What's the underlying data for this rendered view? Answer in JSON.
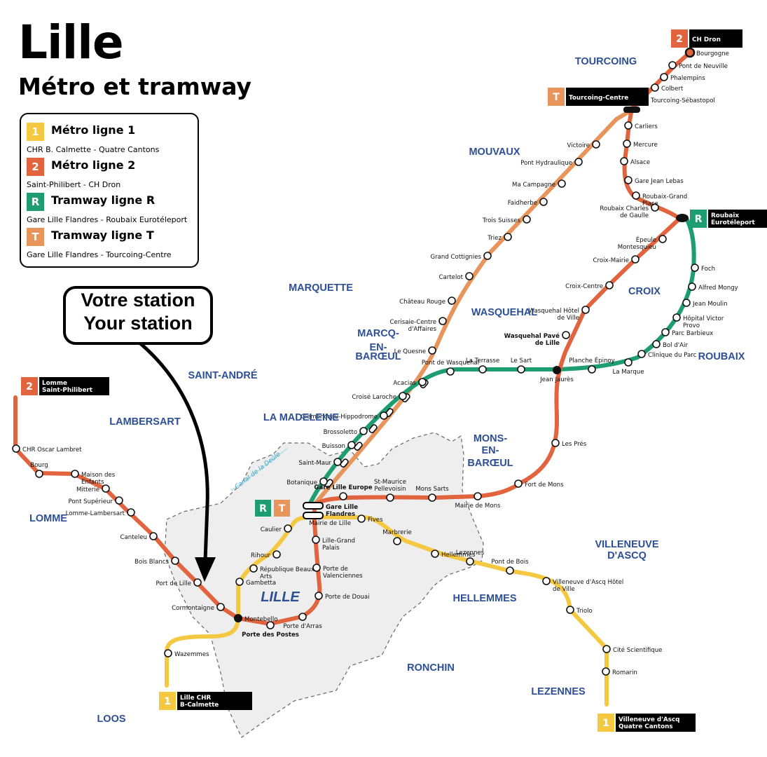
{
  "title": "Lille",
  "subtitle": "Métro et tramway",
  "colors": {
    "line1": "#f5c842",
    "line2": "#e2643e",
    "lineR": "#1e9e70",
    "lineT": "#e8955c",
    "commune": "#2c4f96",
    "canal": "#3aa6c4",
    "lille_area": "#eeeeee"
  },
  "legend": [
    {
      "badge": "1",
      "name": "Métro ligne 1",
      "desc": "CHR B. Calmette - Quatre Cantons",
      "color": "#f5c842"
    },
    {
      "badge": "2",
      "name": "Métro ligne 2",
      "desc": "Saint-Philibert - CH Dron",
      "color": "#e2643e"
    },
    {
      "badge": "R",
      "name": "Tramway ligne R",
      "desc": "Gare Lille Flandres - Roubaix Eurotéleport",
      "color": "#1e9e70"
    },
    {
      "badge": "T",
      "name": "Tramway ligne T",
      "desc": "Gare Lille Flandres - Tourcoing-Centre",
      "color": "#e8955c"
    }
  ],
  "callout": {
    "line1": "Votre station",
    "line2": "Your station"
  },
  "communes": [
    "TOURCOING",
    "MOUVAUX",
    "MARQUETTE",
    "WASQUEHAL",
    "MARCQ-",
    "EN-",
    "BARŒUL",
    "CROIX",
    "ROUBAIX",
    "SAINT-ANDRÉ",
    "LAMBERSART",
    "LA MADELEINE",
    "MONS-",
    "EN-",
    "BARŒUL",
    "LOMME",
    "LILLE",
    "HELLEMMES",
    "VILLENEUVE",
    "D'ASCQ",
    "RONCHIN",
    "LEZENNES",
    "LOOS"
  ],
  "canal": "Canal de la Deûle",
  "termini": [
    {
      "badge": "2",
      "label": "CH Dron"
    },
    {
      "badge": "T",
      "label": "Tourcoing-Centre"
    },
    {
      "badge": "R",
      "label": "Roubaix Eurotéleport"
    },
    {
      "badge": "2",
      "label": "Lomme Saint-Philibert"
    },
    {
      "badge": "1",
      "label": "Lille CHR B-Calmette"
    },
    {
      "badge": "1",
      "label": "Villeneuve d'Ascq Quatre Cantons"
    }
  ],
  "hub_badges": [
    "R",
    "T"
  ],
  "stations": [
    {
      "name": "Bourgogne"
    },
    {
      "name": "Pont de Neuville"
    },
    {
      "name": "Phalempins"
    },
    {
      "name": "Colbert"
    },
    {
      "name": "Tourcoing-Sébastopol"
    },
    {
      "name": "Carliers"
    },
    {
      "name": "Mercure"
    },
    {
      "name": "Alsace"
    },
    {
      "name": "Gare Jean Lebas"
    },
    {
      "name": "Roubaix-Grand Place"
    },
    {
      "name": "Roubaix Charles de Gaulle"
    },
    {
      "name": "Épeule Montesquieu"
    },
    {
      "name": "Croix-Mairie"
    },
    {
      "name": "Croix-Centre"
    },
    {
      "name": "Wasquehal Hôtel de Ville"
    },
    {
      "name": "Wasquehal Pavé de Lille"
    },
    {
      "name": "Jean Jaurès"
    },
    {
      "name": "Les Prés"
    },
    {
      "name": "Fort de Mons"
    },
    {
      "name": "Mairie de Mons"
    },
    {
      "name": "Mons Sarts"
    },
    {
      "name": "St-Maurice Pellevoisin"
    },
    {
      "name": "Gare Lille Europe"
    },
    {
      "name": "Gare Lille Flandres"
    },
    {
      "name": "Mairie de Lille"
    },
    {
      "name": "Lille-Grand Palais"
    },
    {
      "name": "Porte de Valenciennes"
    },
    {
      "name": "Porte de Douai"
    },
    {
      "name": "Porte d'Arras"
    },
    {
      "name": "Porte des Postes"
    },
    {
      "name": "Montebello"
    },
    {
      "name": "Cormontaigne"
    },
    {
      "name": "Port de Lille"
    },
    {
      "name": "Bois Blancs"
    },
    {
      "name": "Canteleu"
    },
    {
      "name": "Lomme-Lambersart"
    },
    {
      "name": "Pont Supérieur"
    },
    {
      "name": "Mitterie"
    },
    {
      "name": "Maison des Enfants"
    },
    {
      "name": "Bourg"
    },
    {
      "name": "CHR Oscar Lambret"
    },
    {
      "name": "Wazemmes"
    },
    {
      "name": "Gambetta"
    },
    {
      "name": "République Beaux Arts"
    },
    {
      "name": "Rihour"
    },
    {
      "name": "Caulier"
    },
    {
      "name": "Fives"
    },
    {
      "name": "Marbrerie"
    },
    {
      "name": "Hellemmes"
    },
    {
      "name": "Lezennes"
    },
    {
      "name": "Pont de Bois"
    },
    {
      "name": "Villeneuve d'Ascq Hôtel de Ville"
    },
    {
      "name": "Triolo"
    },
    {
      "name": "Cité Scientifique"
    },
    {
      "name": "Romarin"
    },
    {
      "name": "Botanique"
    },
    {
      "name": "Saint-Maur"
    },
    {
      "name": "Buisson"
    },
    {
      "name": "Brossoletto"
    },
    {
      "name": "Clemenceau-Hippodrome"
    },
    {
      "name": "Croisé Laroche"
    },
    {
      "name": "Acacias"
    },
    {
      "name": "Pont de Wasquehal"
    },
    {
      "name": "La Terrasse"
    },
    {
      "name": "Le Sart"
    },
    {
      "name": "Planche Épinoy"
    },
    {
      "name": "La Marque"
    },
    {
      "name": "Clinique du Parc"
    },
    {
      "name": "Bol d'Air"
    },
    {
      "name": "Parc Barbieux"
    },
    {
      "name": "Hôpital Victor Provo"
    },
    {
      "name": "Jean Moulin"
    },
    {
      "name": "Alfred Mongy"
    },
    {
      "name": "Foch"
    },
    {
      "name": "Le Quesne"
    },
    {
      "name": "Cerisaie-Centre d'Affaires"
    },
    {
      "name": "Château Rouge"
    },
    {
      "name": "Cartelot"
    },
    {
      "name": "Grand Cottignies"
    },
    {
      "name": "Triez"
    },
    {
      "name": "Trois Suisses"
    },
    {
      "name": "Faidherbe"
    },
    {
      "name": "Ma Campagne"
    },
    {
      "name": "Pont Hydraulique"
    },
    {
      "name": "Victoire"
    }
  ]
}
